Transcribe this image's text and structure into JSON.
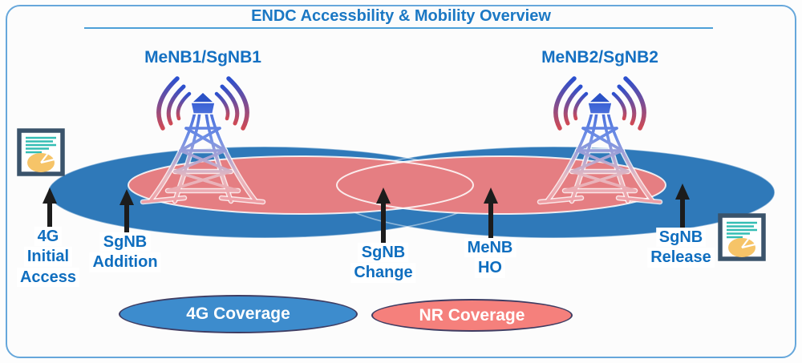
{
  "title": "ENDC Accessbility & Mobility Overview",
  "towers": [
    {
      "label": "MeNB1/SgNB1"
    },
    {
      "label": "MeNB2/SgNB2"
    }
  ],
  "annotations": [
    {
      "name": "4g-initial-access",
      "lines": [
        "4G",
        "Initial",
        "Access"
      ]
    },
    {
      "name": "sgnb-addition",
      "lines": [
        "SgNB",
        "Addition"
      ]
    },
    {
      "name": "sgnb-change",
      "lines": [
        "SgNB",
        "Change"
      ]
    },
    {
      "name": "menb-ho",
      "lines": [
        "MeNB",
        "HO"
      ]
    },
    {
      "name": "sgnb-release",
      "lines": [
        "SgNB",
        "Release"
      ]
    }
  ],
  "legend": [
    {
      "label": "4G Coverage",
      "color": "#3d8ccd"
    },
    {
      "label": "NR Coverage",
      "color": "#f5807c"
    }
  ],
  "icons": [
    {
      "name": "cell-tower-icon"
    },
    {
      "name": "report-icon"
    }
  ],
  "colors": {
    "title_text": "#1b78c4",
    "annotation_text": "#0f6ebf",
    "coverage_4g_fill": "#2f79b9",
    "coverage_nr_fill": "#e57e82",
    "coverage_outline": "#ffffff",
    "legend_outline": "#3f3d63",
    "frame_border": "#66a7db",
    "arrow": "#1c1c1c",
    "report_icon_border": "#3a536b",
    "report_icon_lines": "#34bdb4",
    "report_icon_pie": "#f6c468"
  }
}
